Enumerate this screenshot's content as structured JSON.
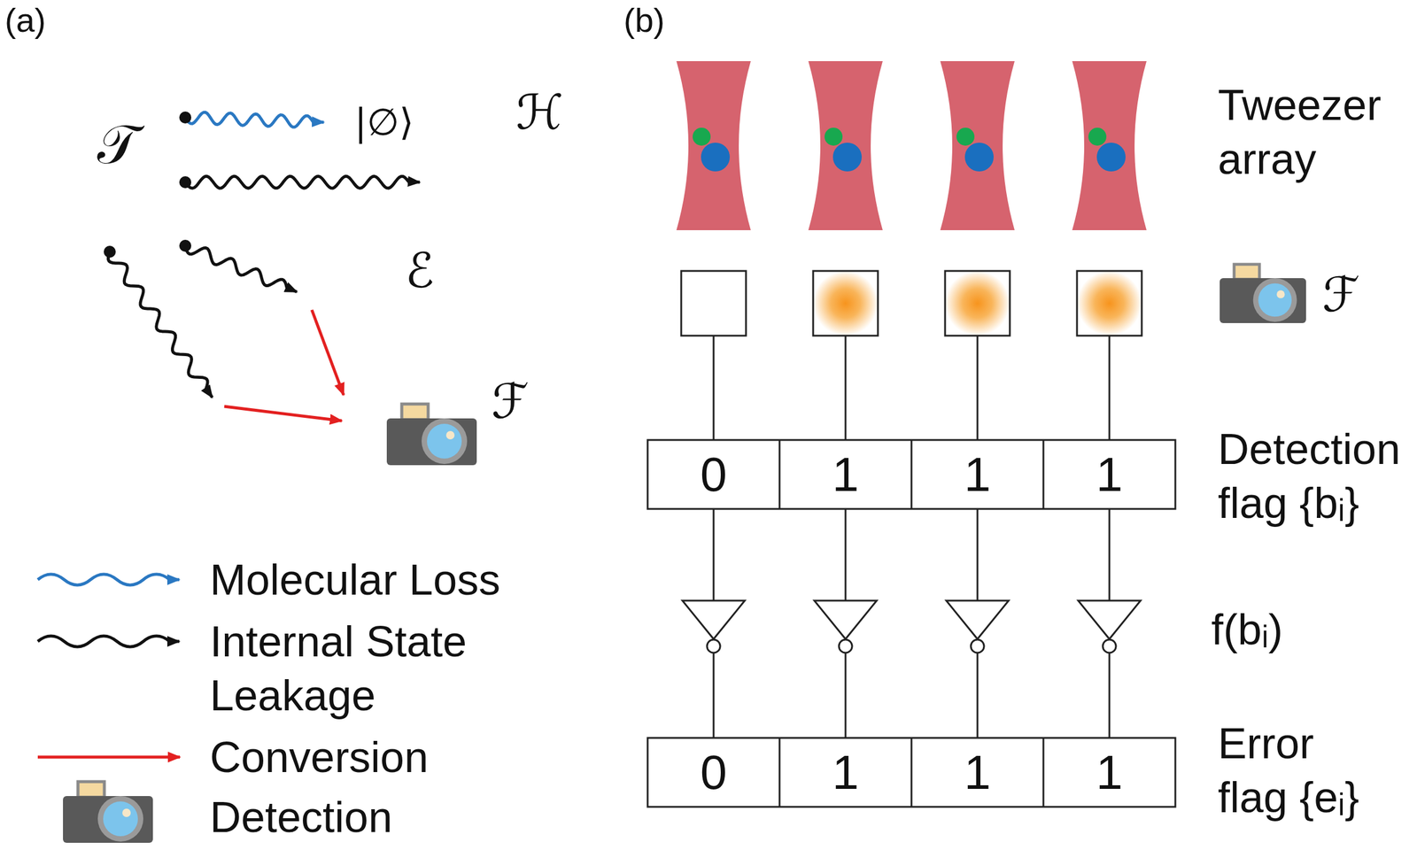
{
  "diagram": {
    "nodes": [
      {
        "text": [
          "ℋ"
        ]
      },
      {
        "text": [
          "𝒯"
        ],
        "in": 0
      },
      {
        "text": [
          "|∅⟩"
        ],
        "in": 0
      },
      {
        "text": [
          "ℰ"
        ],
        "in": 0
      },
      {
        "text": [
          "ℱ"
        ],
        "in": 3
      }
    ],
    "edges": [
      {
        "from": 1,
        "to": 2,
        "arrow": "to"
      },
      {
        "from": 1,
        "to": 0,
        "arrow": "to"
      },
      {
        "from": 1,
        "to": 3,
        "arrow": "to"
      },
      {
        "from": 1,
        "to": 3,
        "arrow": "to"
      },
      {
        "from": 3,
        "to": 4,
        "arrow": "to"
      },
      {
        "from": 3,
        "to": 4,
        "arrow": "to"
      }
    ],
    "labels": [
      "(a)",
      "(b)",
      "Tweezer array",
      "ℱ",
      "0",
      "1",
      "1",
      "1",
      "Detection flag {bᵢ}",
      "f(bᵢ)",
      "0",
      "1",
      "1",
      "1",
      "Error flag {eᵢ}"
    ],
    "legend": [
      {
        "text": "Molecular Loss"
      },
      {
        "text": "Internal State Leakage"
      },
      {
        "text": "Conversion"
      },
      {
        "text": "Detection"
      }
    ]
  }
}
